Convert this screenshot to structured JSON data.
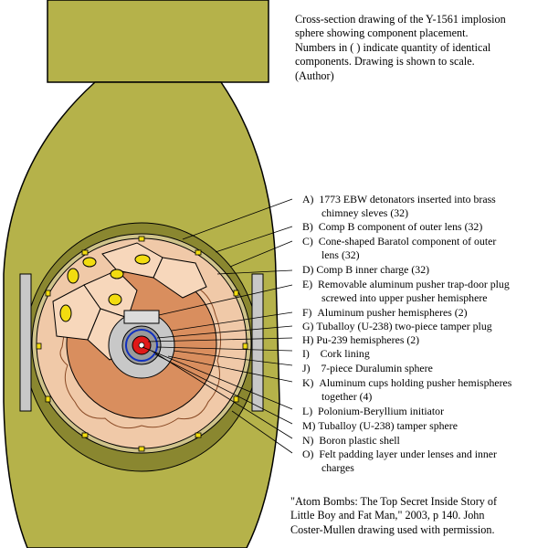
{
  "caption": [
    "Cross-section drawing of the Y-1561 implosion",
    "sphere showing component placement.",
    "Numbers in ( ) indicate quantity of identical",
    "components.  Drawing is shown to scale.",
    "(Author)"
  ],
  "labels": [
    {
      "letter": "A)",
      "lines": [
        "1773 EBW detonators inserted into brass",
        "chimney sleves (32)"
      ]
    },
    {
      "letter": "B)",
      "lines": [
        "Comp B component of outer lens (32)"
      ]
    },
    {
      "letter": "C)",
      "lines": [
        "Cone-shaped Baratol component of outer",
        "lens (32)"
      ]
    },
    {
      "letter": "D)",
      "lines": [
        "Comp B inner charge (32)"
      ]
    },
    {
      "letter": "E)",
      "lines": [
        "Removable aluminum pusher trap-door plug",
        "screwed into upper pusher hemisphere"
      ]
    },
    {
      "letter": "F)",
      "lines": [
        "Aluminum pusher hemispheres (2)"
      ]
    },
    {
      "letter": "G)",
      "lines": [
        "Tuballoy (U-238) two-piece tamper plug"
      ]
    },
    {
      "letter": "H)",
      "lines": [
        "Pu-239 hemispheres (2)"
      ]
    },
    {
      "letter": "I)",
      "lines": [
        "Cork lining"
      ]
    },
    {
      "letter": "J)",
      "lines": [
        "7-piece Duralumin sphere"
      ]
    },
    {
      "letter": "K)",
      "lines": [
        "Aluminum cups holding pusher hemispheres",
        "together (4)"
      ]
    },
    {
      "letter": "L)",
      "lines": [
        "Polonium-Beryllium initiator"
      ]
    },
    {
      "letter": "M)",
      "lines": [
        "Tuballoy (U-238) tamper sphere"
      ]
    },
    {
      "letter": "N)",
      "lines": [
        "Boron plastic shell"
      ]
    },
    {
      "letter": "O)",
      "lines": [
        "Felt padding layer under lenses and inner",
        "charges"
      ]
    }
  ],
  "citation": [
    "\"Atom Bombs: The Top Secret Inside Story of",
    "Little Boy and Fat Man,\" 2003, p 140.  John",
    "Coster-Mullen drawing used with permission."
  ],
  "colors": {
    "casing": "#b5b24a",
    "casing_dark": "#8a8730",
    "outer_lens": "#f0c9a8",
    "inner_charge": "#d98e5e",
    "detonator": "#f2dc10",
    "aluminum": "#c8c8c8",
    "tamper": "#9a9a9a",
    "boron_ring": "#1030c0",
    "core": "#e01818"
  },
  "icons": [
    "detonator-icon",
    "core-icon"
  ]
}
